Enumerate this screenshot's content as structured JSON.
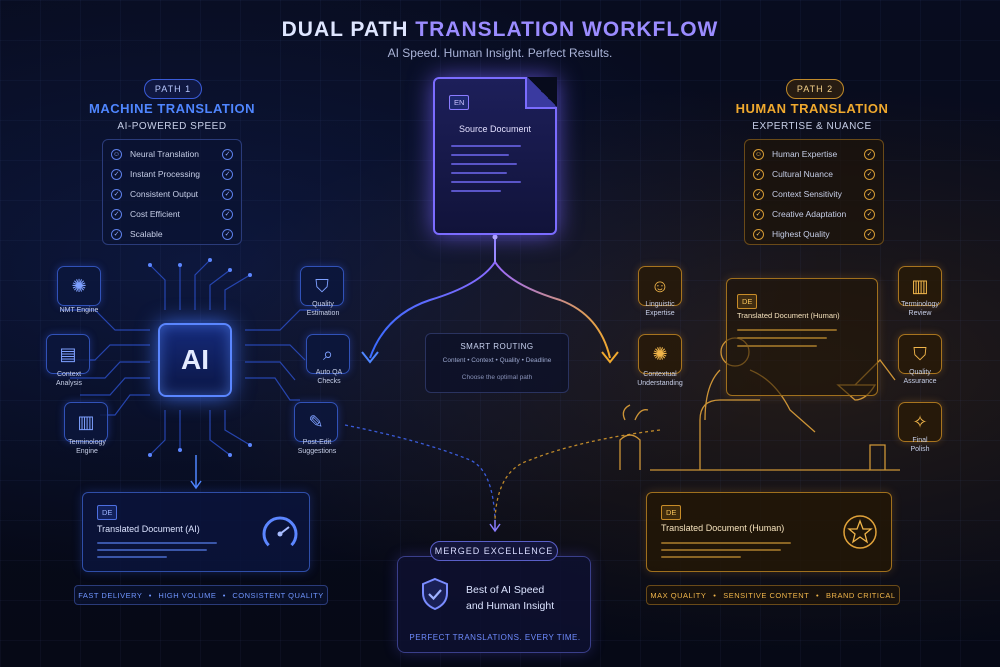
{
  "title": {
    "part1": "DUAL PATH ",
    "part2": "TRANSLATION WORKFLOW"
  },
  "subtitle": "AI Speed. Human Insight. Perfect Results.",
  "colors": {
    "machine": "#4f86ff",
    "human": "#f0a92e",
    "source": "#7b6cff"
  },
  "source": {
    "tag": "EN",
    "label": "Source Document"
  },
  "machine": {
    "path_label": "PATH 1",
    "title": "MACHINE TRANSLATION",
    "subtitle": "AI-POWERED SPEED",
    "features": [
      "Neural Translation",
      "Instant Processing",
      "Consistent Output",
      "Cost Efficient",
      "Scalable"
    ],
    "chip_label": "AI",
    "nodes": {
      "nmt": "NMT Engine",
      "quality1": "Quality",
      "quality2": "Estimation",
      "context1": "Context",
      "context2": "Analysis",
      "autoqa1": "Auto QA",
      "autoqa2": "Checks",
      "term1": "Terminology",
      "term2": "Engine",
      "postedit1": "Post-Edit",
      "postedit2": "Suggestions"
    },
    "output": {
      "tag": "DE",
      "label": "Translated Document (AI)"
    },
    "strip": [
      "FAST DELIVERY",
      "HIGH VOLUME",
      "CONSISTENT QUALITY"
    ]
  },
  "human": {
    "path_label": "PATH 2",
    "title": "HUMAN TRANSLATION",
    "subtitle": "EXPERTISE & NUANCE",
    "features": [
      "Human Expertise",
      "Cultural Nuance",
      "Context Sensitivity",
      "Creative Adaptation",
      "Highest Quality"
    ],
    "nodes": {
      "ling1": "Linguistic",
      "ling2": "Expertise",
      "ctx1": "Contextual",
      "ctx2": "Understanding",
      "term1": "Terminology",
      "term2": "Review",
      "qa1": "Quality",
      "qa2": "Assurance",
      "polish1": "Final",
      "polish2": "Polish"
    },
    "screen": {
      "tag": "DE",
      "label": "Translated Document (Human)"
    },
    "output": {
      "tag": "DE",
      "label": "Translated Document (Human)"
    },
    "strip": [
      "MAX QUALITY",
      "SENSITIVE CONTENT",
      "BRAND CRITICAL"
    ]
  },
  "routing": {
    "title": "SMART ROUTING",
    "criteria": "Content • Context • Quality • Deadline",
    "caption": "Choose the optimal path"
  },
  "merged": {
    "label": "MERGED EXCELLENCE",
    "line1": "Best of AI Speed",
    "line2": "and Human Insight",
    "footer": "PERFECT TRANSLATIONS. EVERY TIME."
  },
  "icons": {
    "brain": "brain-icon",
    "search": "magnifier-icon",
    "doc": "document-icon",
    "book": "book-icon",
    "shield": "shield-icon",
    "pencil": "pencil-icon",
    "person": "person-icon",
    "sparkle": "sparkle-icon",
    "star": "star-icon",
    "gauge": "speedometer-icon",
    "check": "check-icon"
  }
}
